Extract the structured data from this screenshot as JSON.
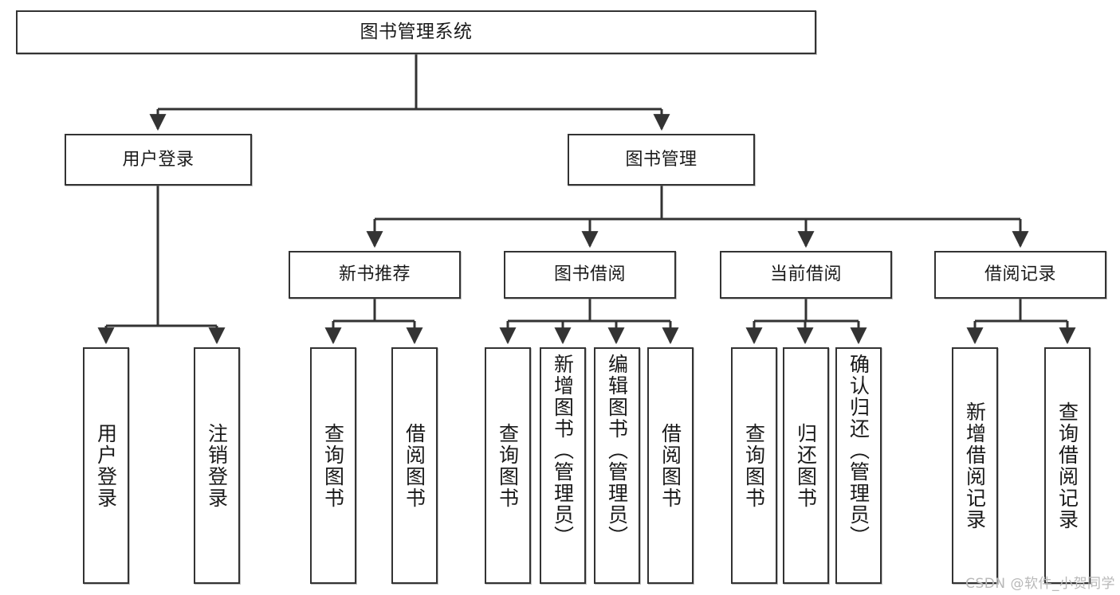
{
  "diagram": {
    "title": "图书管理系统",
    "type": "tree-hierarchy-diagram",
    "colors": {
      "border": "#333333",
      "background": "#ffffff",
      "text": "#1a1a1a",
      "watermark": "#b8b8b8"
    },
    "root": {
      "label": "图书管理系统"
    },
    "level2": [
      {
        "label": "用户登录"
      },
      {
        "label": "图书管理"
      }
    ],
    "level3": [
      {
        "label": "新书推荐"
      },
      {
        "label": "图书借阅"
      },
      {
        "label": "当前借阅"
      },
      {
        "label": "借阅记录"
      }
    ],
    "leaves": {
      "user_login": [
        {
          "label": "用户登录"
        },
        {
          "label": "注销登录"
        }
      ],
      "new_book_recommend": [
        {
          "label": "查询图书"
        },
        {
          "label": "借阅图书"
        }
      ],
      "book_borrow": [
        {
          "label": "查询图书"
        },
        {
          "label": "新增图书（管理员）"
        },
        {
          "label": "编辑图书（管理员）"
        },
        {
          "label": "借阅图书"
        }
      ],
      "current_borrow": [
        {
          "label": "查询图书"
        },
        {
          "label": "归还图书"
        },
        {
          "label": "确认归还（管理员）"
        }
      ],
      "borrow_record": [
        {
          "label": "新增借阅记录"
        },
        {
          "label": "查询借阅记录"
        }
      ]
    }
  },
  "watermark": {
    "text": "CSDN @软件_小贺同学"
  }
}
